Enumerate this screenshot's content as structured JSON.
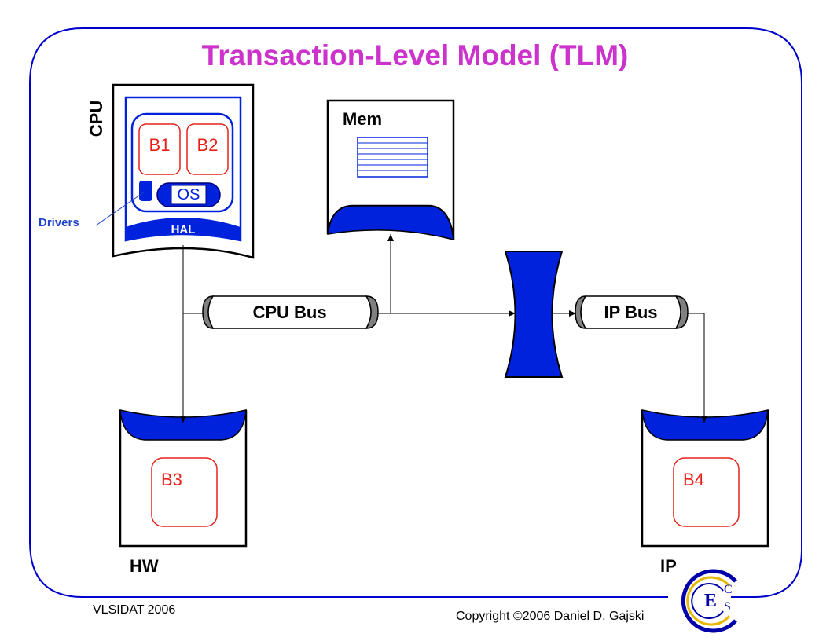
{
  "slide": {
    "title": "Transaction-Level Model (TLM)",
    "footer_left": "VLSIDAT 2006",
    "footer_right": "Copyright ©2006 Daniel D. Gajski",
    "logo_letters": [
      "C",
      "E",
      "C",
      "S"
    ]
  },
  "diagram": {
    "cpu": {
      "label": "CPU",
      "blocks": [
        "B1",
        "B2"
      ],
      "os_label": "OS",
      "hal_label": "HAL",
      "drivers_label": "Drivers"
    },
    "mem": {
      "label": "Mem"
    },
    "cpu_bus": {
      "label": "CPU Bus"
    },
    "ip_bus": {
      "label": "IP Bus"
    },
    "hw": {
      "label": "HW",
      "block": "B3"
    },
    "ip": {
      "label": "IP",
      "block": "B4"
    }
  },
  "colors": {
    "title": "#cc33cc",
    "block_outline": "#e8201a",
    "block_text": "#e8201a",
    "blue": "#0022dd",
    "dark_blue": "#000080",
    "bus_cap": "#808080",
    "frame": "#0000cc",
    "drivers_text": "#2244cc"
  }
}
